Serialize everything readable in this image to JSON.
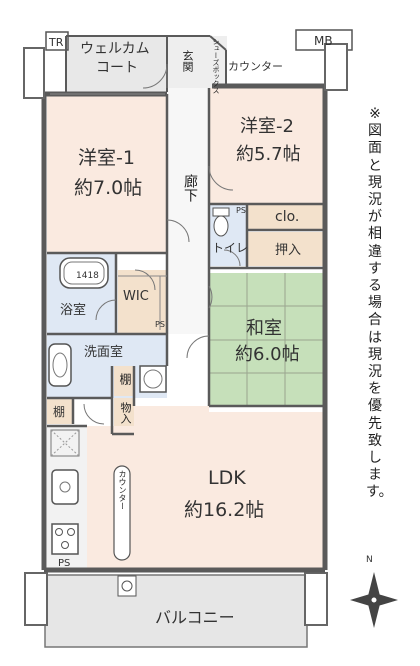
{
  "rooms": {
    "welcome_court": [
      "ウェルカム",
      "コート"
    ],
    "entrance": "玄関",
    "shoe_box": "シューズボックス",
    "counter_top": "カウンター",
    "western1": [
      "洋室-1",
      "約7.0帖"
    ],
    "western2": [
      "洋室-2",
      "約5.7帖"
    ],
    "hallway": "廊下",
    "toilet": "トイレ",
    "closet": "clo.",
    "oshiire": "押入",
    "washitsu": [
      "和室",
      "約6.0帖"
    ],
    "bathroom": "浴室",
    "bathtub_size": "1418",
    "wic": "WIC",
    "washroom": "洗面室",
    "shelf1": "棚",
    "shelf2": "棚",
    "storage": "物入",
    "ldk": [
      "LDK",
      "約16.2帖"
    ],
    "counter_ldk": "カウンター",
    "balcony": "バルコニー"
  },
  "marks": {
    "tr": "TR",
    "mb": "MB",
    "ps1": "PS",
    "ps2": "PS",
    "ps3": "PS",
    "north": "N"
  },
  "note": "※図面と現況が相違する場合は現況を優先致します。",
  "colors": {
    "wall": "#5a5a5a",
    "western_floor": "#faeae0",
    "ldk_floor": "#faeae0",
    "bath_floor": "#dfe8f4",
    "tatami": "#c6e0ba",
    "storage_floor": "#f3e1cc",
    "outdoor": "#e8e8e8",
    "gray_floor": "#eeeeee"
  }
}
